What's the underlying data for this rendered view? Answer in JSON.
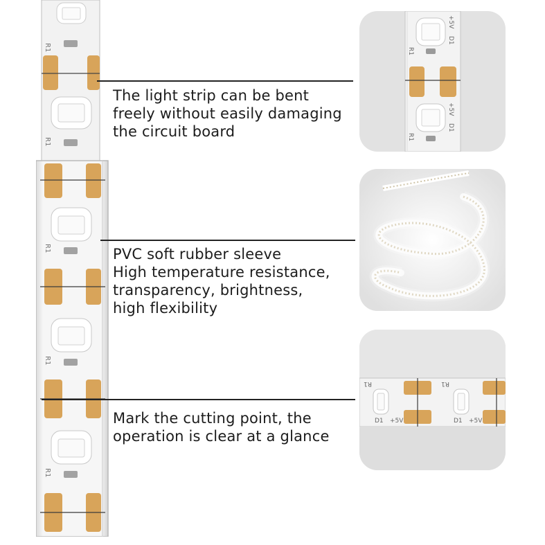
{
  "features": [
    {
      "lines": [
        "The light strip can be bent",
        "freely without easily damaging",
        "the circuit board"
      ]
    },
    {
      "lines": [
        "PVC soft rubber sleeve",
        "High temperature resistance,",
        "transparency, brightness,",
        "high flexibility"
      ]
    },
    {
      "lines": [
        "Mark the cutting point, the",
        "operation is clear at a glance"
      ]
    }
  ],
  "board_markings": {
    "resistor": "R1",
    "diode": "D1",
    "voltage": "+5V"
  },
  "colors": {
    "pad": "#d8a45a",
    "board": "#f4f4f4",
    "led": "#fdfdfd",
    "text": "#1c1c1c"
  },
  "icons": [
    "led-strip-illustration",
    "bent-strip-photo",
    "coiled-strip-photo",
    "cut-mark-photo"
  ]
}
